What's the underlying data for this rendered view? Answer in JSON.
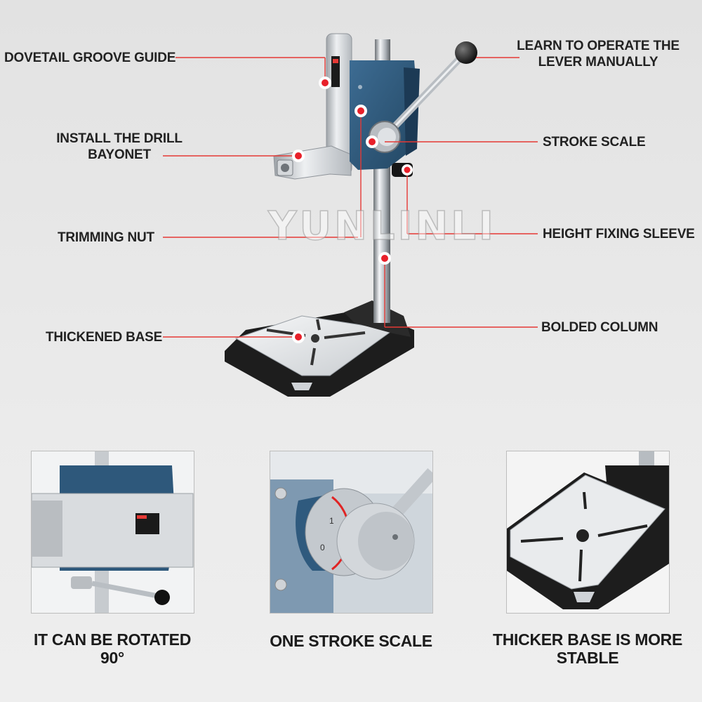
{
  "callouts": {
    "dovetail": "DOVETAIL GROOVE GUIDE",
    "lever_line1": "LEARN TO OPERATE THE",
    "lever_line2": "LEVER MANUALLY",
    "bayonet_line1": "INSTALL THE DRILL",
    "bayonet_line2": "BAYONET",
    "stroke_scale": "STROKE SCALE",
    "trimming_nut": "TRIMMING NUT",
    "height_sleeve": "HEIGHT FIXING SLEEVE",
    "thickened_base": "THICKENED BASE",
    "bolded_column": "BOLDED COLUMN"
  },
  "watermark": "YUNLINLI",
  "features": [
    {
      "caption_line1": "IT CAN BE ROTATED",
      "caption_line2": "90°"
    },
    {
      "caption_line1": "ONE STROKE SCALE"
    },
    {
      "caption_line1": "THICKER BASE IS MORE",
      "caption_line2": "STABLE"
    }
  ],
  "scale_ticks": [
    "1",
    "0"
  ],
  "colors": {
    "callout_line": "#e53935",
    "marker_red": "#e8202a",
    "body_blue": "#2f5a7e",
    "aluminium": "#c9ccd0",
    "base_black": "#202020"
  }
}
